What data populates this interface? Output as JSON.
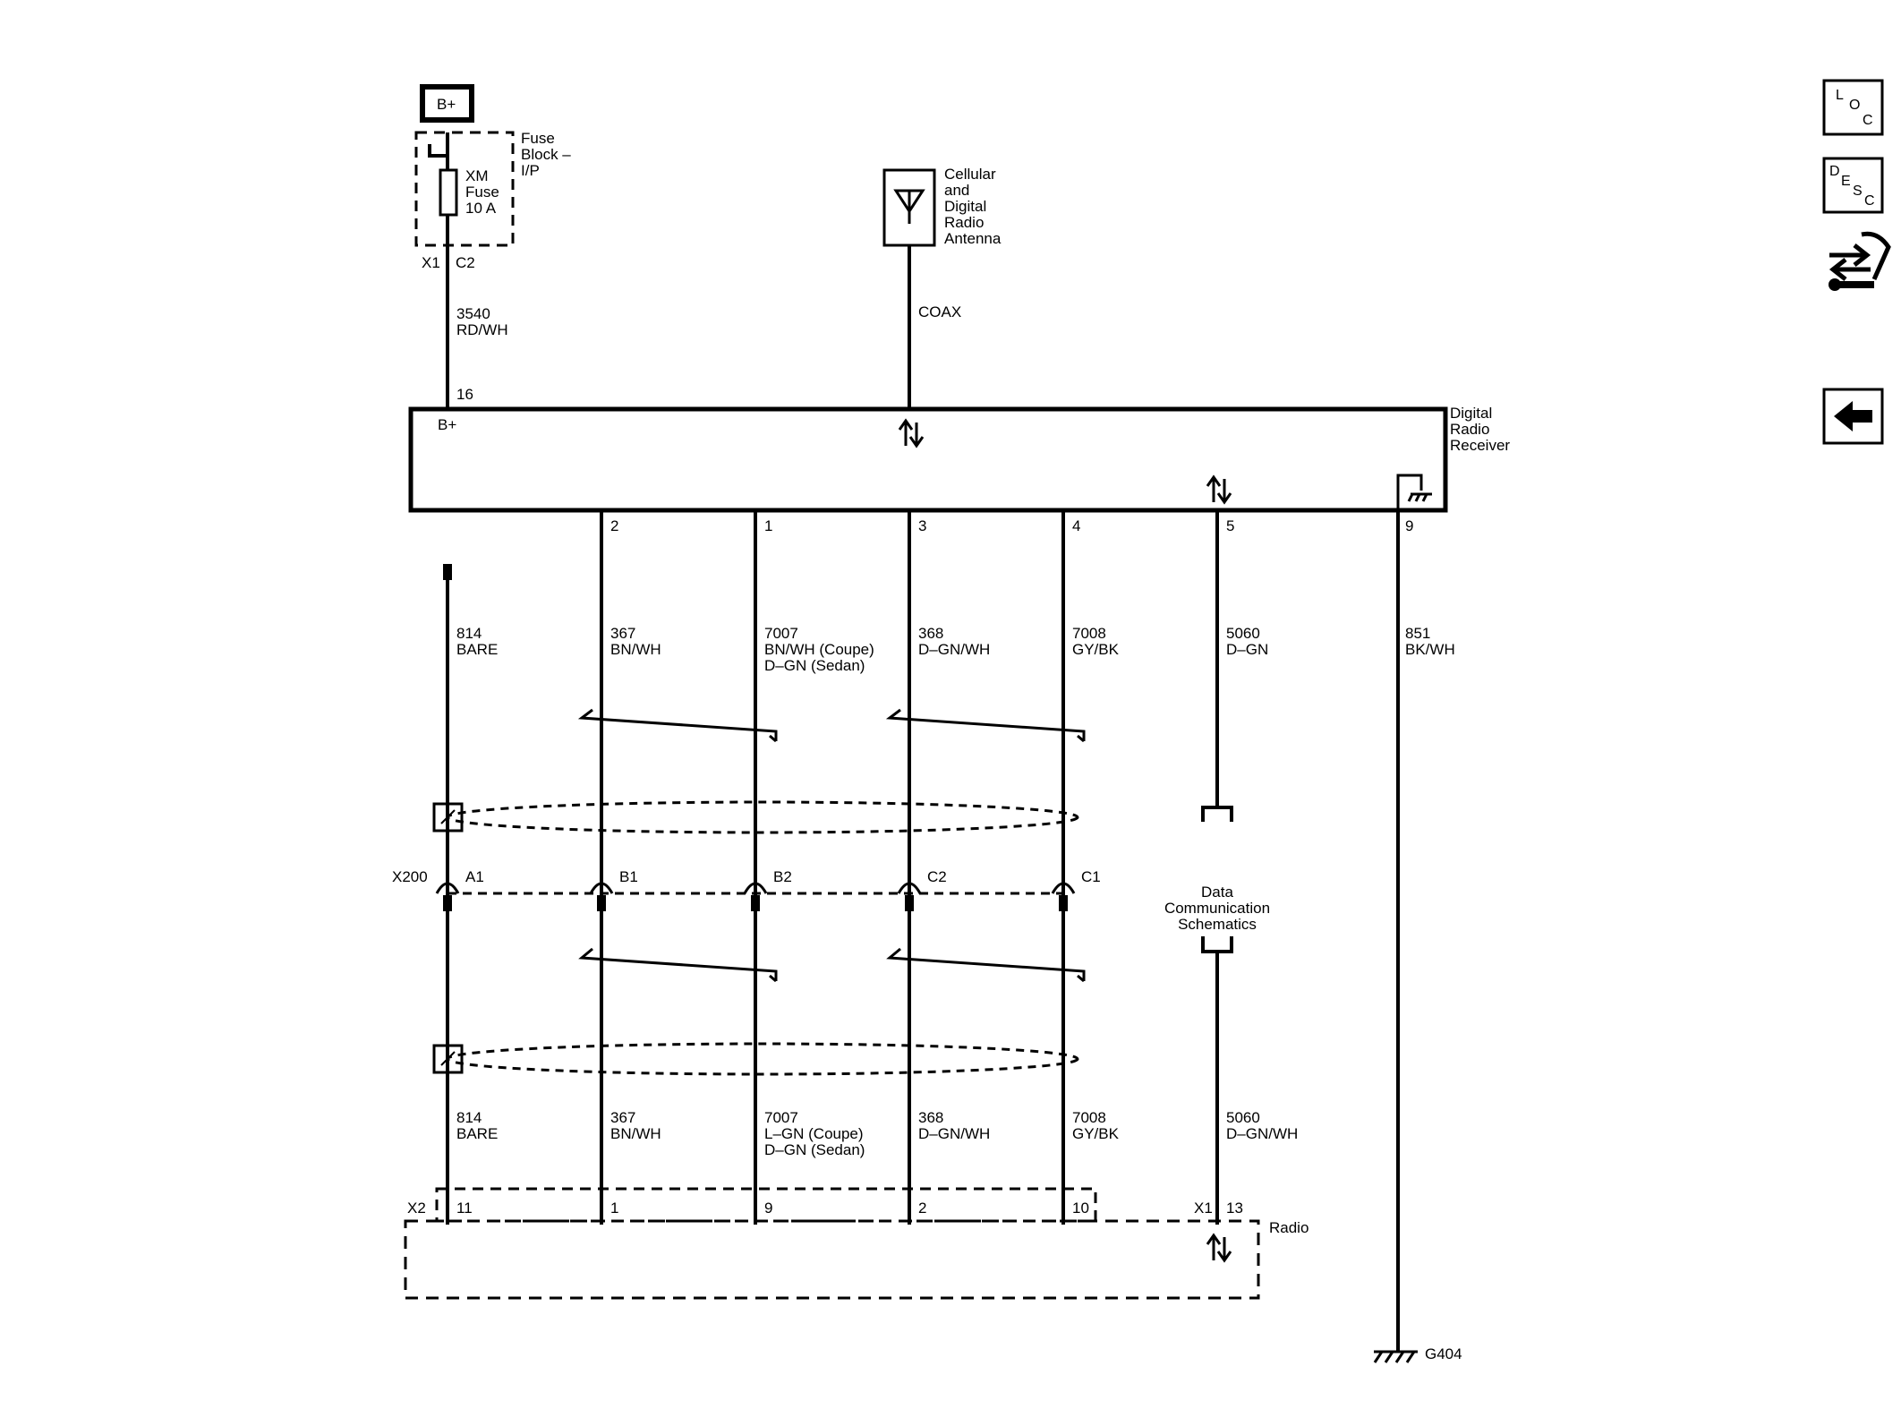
{
  "power": {
    "bplus_box": "B+",
    "fuse_block": [
      "Fuse",
      "Block –",
      "I/P"
    ],
    "fuse": [
      "XM",
      "Fuse",
      "10 A"
    ],
    "conn_x1": "X1",
    "conn_c2": "C2",
    "wire_circuit": "3540",
    "wire_color": "RD/WH",
    "pin16": "16"
  },
  "antenna": {
    "label": [
      "Cellular",
      "and",
      "Digital",
      "Radio",
      "Antenna"
    ],
    "coax": "COAX"
  },
  "receiver": {
    "label": [
      "Digital",
      "Radio",
      "Receiver"
    ],
    "bplus_pin": "B+",
    "pins": [
      "2",
      "1",
      "3",
      "4",
      "5",
      "9"
    ]
  },
  "upper_wires": [
    {
      "circuit": "814",
      "color": [
        "BARE"
      ]
    },
    {
      "circuit": "367",
      "color": [
        "BN/WH"
      ]
    },
    {
      "circuit": "7007",
      "color": [
        "BN/WH (Coupe)",
        "D–GN (Sedan)"
      ]
    },
    {
      "circuit": "368",
      "color": [
        "D–GN/WH"
      ]
    },
    {
      "circuit": "7008",
      "color": [
        "GY/BK"
      ]
    },
    {
      "circuit": "5060",
      "color": [
        "D–GN"
      ]
    },
    {
      "circuit": "851",
      "color": [
        "BK/WH"
      ]
    }
  ],
  "x200": {
    "label": "X200",
    "pins": [
      "A1",
      "B1",
      "B2",
      "C2",
      "C1"
    ]
  },
  "data_comm": [
    "Data",
    "Communication",
    "Schematics"
  ],
  "lower_wires": [
    {
      "circuit": "814",
      "color": [
        "BARE"
      ]
    },
    {
      "circuit": "367",
      "color": [
        "BN/WH"
      ]
    },
    {
      "circuit": "7007",
      "color": [
        "L–GN (Coupe)",
        "D–GN (Sedan)"
      ]
    },
    {
      "circuit": "368",
      "color": [
        "D–GN/WH"
      ]
    },
    {
      "circuit": "7008",
      "color": [
        "GY/BK"
      ]
    },
    {
      "circuit": "5060",
      "color": [
        "D–GN/WH"
      ]
    }
  ],
  "radio": {
    "label": "Radio",
    "conn_x2": "X2",
    "conn_x1": "X1",
    "pins": [
      "11",
      "1",
      "9",
      "2",
      "10",
      "13"
    ]
  },
  "ground": {
    "label": "G404"
  },
  "nav": {
    "loc": [
      "L",
      "O",
      "C"
    ],
    "desc": [
      "D",
      "E",
      "S",
      "C"
    ]
  },
  "icons": [
    "connector-view-icon",
    "back-arrow-icon"
  ]
}
